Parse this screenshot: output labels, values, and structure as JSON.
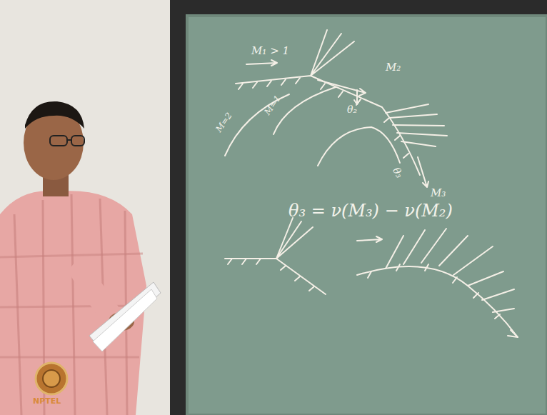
{
  "diagram": {
    "labels": [
      "M₁ > 1",
      "M₂",
      "θ₂",
      "M₃",
      "θ₃",
      "M=2",
      "M=1",
      "θ₃ = ν(M₃) − ν(M₂)",
      "NPTEL"
    ]
  }
}
